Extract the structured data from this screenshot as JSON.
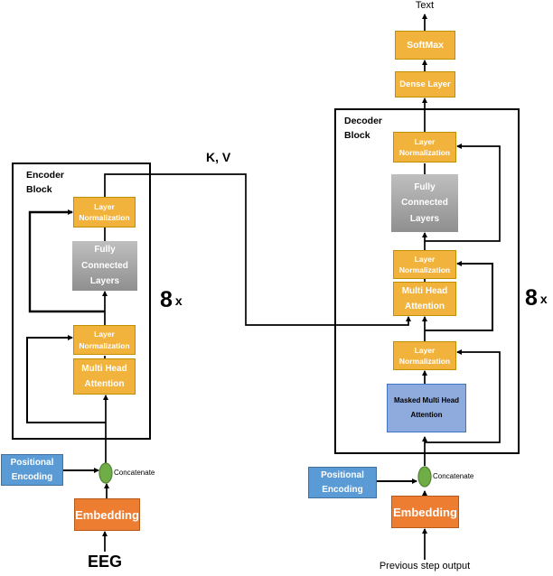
{
  "colors": {
    "box_gold": "#F2B33D",
    "box_gold_border": "#BF8F00",
    "box_gray": "#A6A6A6",
    "box_blue": "#8FAADC",
    "box_blue_border": "#4472C4",
    "positional_blue": "#5B9BD5",
    "embedding_orange": "#ED7D31",
    "concat_green": "#6FAD47",
    "line": "#000000"
  },
  "labels": {
    "output": "Text",
    "softmax": "SoftMax",
    "dense_layer": "Dense Layer",
    "layer_normalization": "Layer\nNormalization",
    "fully_connected_layers": "Fully\nConnected\nLayers",
    "multi_head_attention": "Multi Head\nAttention",
    "masked_multi_head_attention": "Masked Multi Head\nAttention",
    "positional_encoding": "Positional\nEncoding",
    "embedding": "Embedding",
    "concatenate": "Concatenate",
    "encoder_block": "Encoder\nBlock",
    "decoder_block": "Decoder\nBlock",
    "kv": "K, V",
    "repeat_count": "8",
    "repeat_suffix": "x",
    "eeg_input": "EEG",
    "decoder_input": "Previous step output"
  }
}
